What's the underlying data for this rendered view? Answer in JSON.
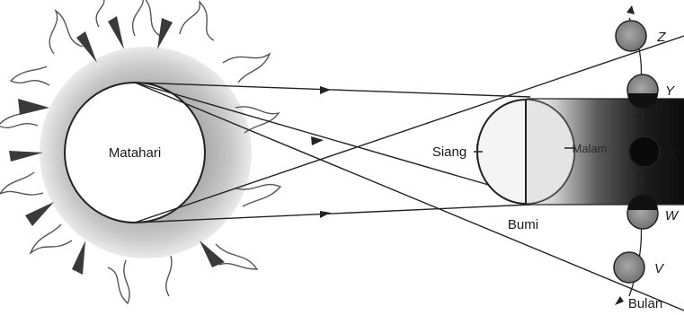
{
  "labels": {
    "sun": "Matahari",
    "day": "Siang",
    "night": "Malam",
    "earth": "Bumi",
    "moon": "Bulan"
  },
  "moon_positions": [
    "Z",
    "Y",
    "X",
    "W",
    "V"
  ]
}
